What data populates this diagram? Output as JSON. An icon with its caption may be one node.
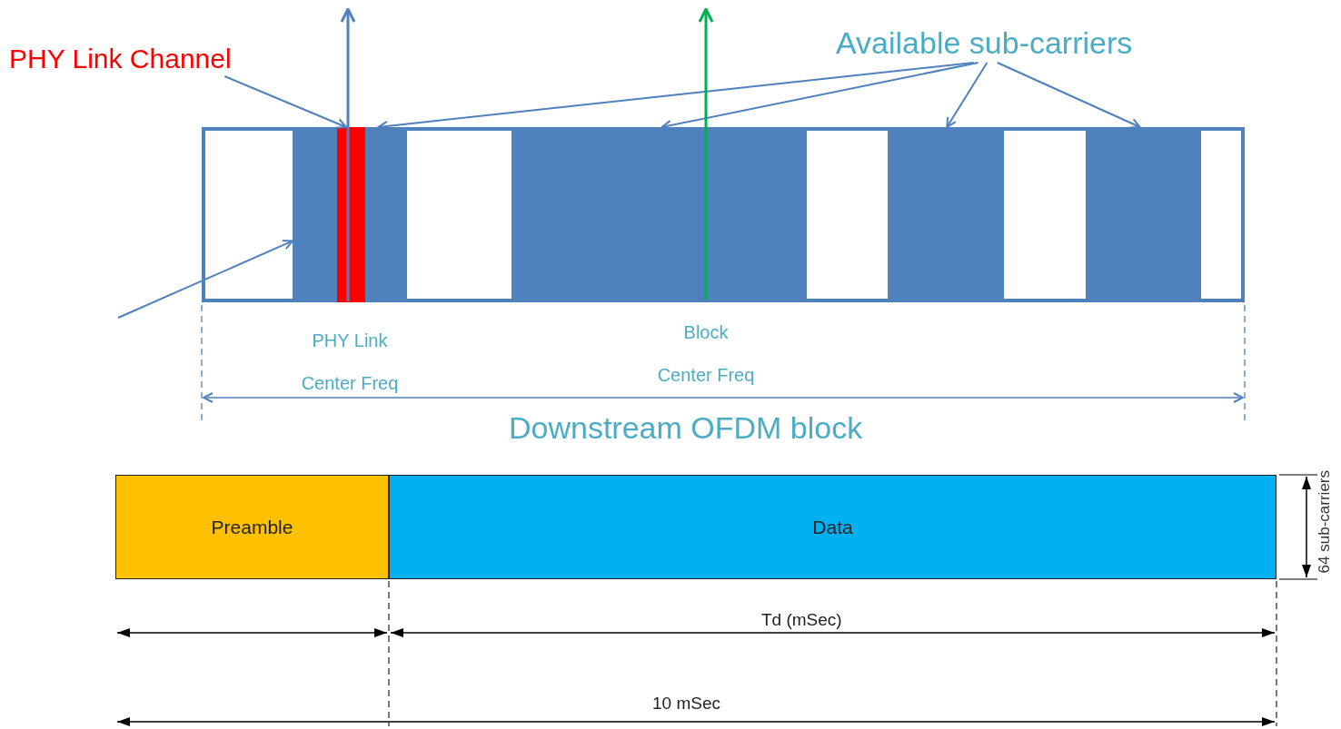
{
  "diagram": {
    "nodes": [
      {
        "text": [
          "PHY Link Channel"
        ]
      },
      {
        "text": [
          "Available sub-carriers"
        ]
      },
      {
        "text": [],
        "shape": "box"
      },
      {
        "text": [],
        "shape": "bar",
        "in": 2
      },
      {
        "text": [],
        "shape": "bar",
        "in": 3
      },
      {
        "text": [],
        "shape": "bar",
        "in": 2
      },
      {
        "text": [],
        "shape": "bar",
        "in": 2
      },
      {
        "text": [],
        "shape": "bar",
        "in": 2
      },
      {
        "text": [
          "Preamble"
        ]
      },
      {
        "text": [
          "Data"
        ]
      }
    ],
    "edges": [
      {
        "from": 0,
        "to": 4,
        "arrow": "to"
      },
      {
        "from": 1,
        "to": 3,
        "arrow": "to"
      },
      {
        "from": 1,
        "to": 5,
        "arrow": "to"
      },
      {
        "from": 1,
        "to": 6,
        "arrow": "to"
      },
      {
        "from": 1,
        "to": 7,
        "arrow": "to"
      },
      {
        "from": null,
        "to": 3,
        "arrow": "to"
      }
    ],
    "labels": [
      "PHY Link Center Freq",
      "Block Center Freq",
      "Downstream OFDM block",
      "64 sub-carriers",
      "Td (mSec)",
      "10 mSec"
    ]
  }
}
